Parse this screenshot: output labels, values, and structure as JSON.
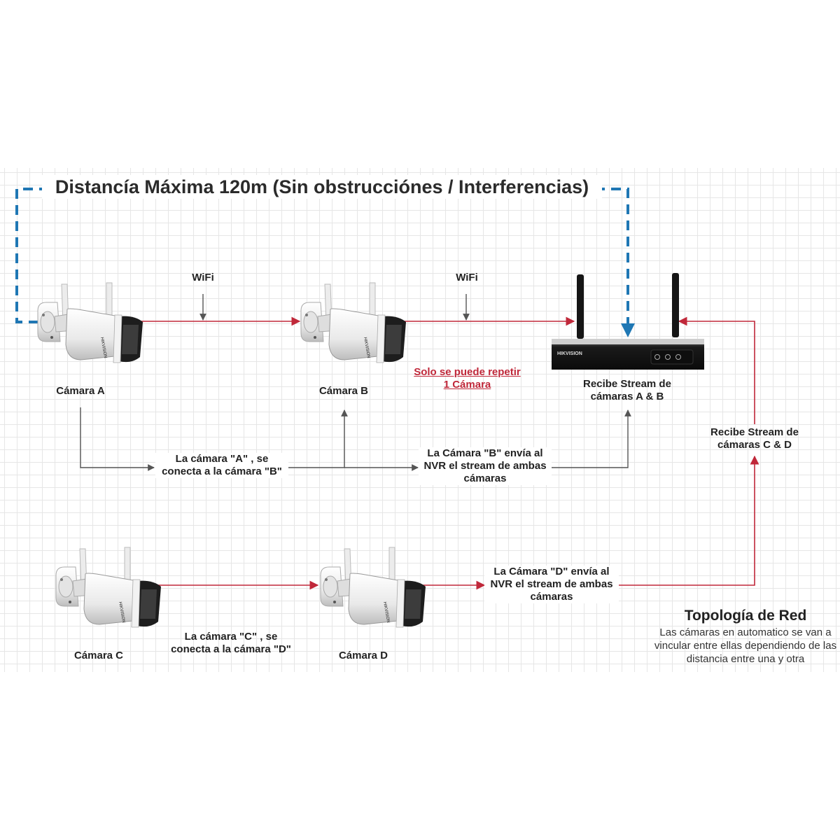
{
  "title": "Distancía Máxima 120m (Sin obstrucciónes / Interferencias)",
  "wifi_label_1": "WiFi",
  "wifi_label_2": "WiFi",
  "cameras": {
    "a": "Cámara A",
    "b": "Cámara B",
    "c": "Cámara C",
    "d": "Cámara D"
  },
  "camera_brand": "HIKVISION",
  "nvr_brand": "HIKVISION",
  "note": {
    "line1": "Solo se puede repetir",
    "line2": "1 Cámara"
  },
  "nvr_label": {
    "line1": "Recibe Stream de",
    "line2": "cámaras A & B"
  },
  "cd_label": {
    "line1": "Recibe Stream de",
    "line2": "cámaras C & D"
  },
  "link_ab": {
    "line1": "La cámara \"A\" , se",
    "line2": "conecta a la cámara \"B\""
  },
  "link_b_nvr": {
    "line1": "La Cámara \"B\" envía al",
    "line2": "NVR el stream de ambas",
    "line3": "cámaras"
  },
  "link_cd": {
    "line1": "La cámara \"C\" , se",
    "line2": "conecta a la cámara \"D\""
  },
  "link_d_nvr": {
    "line1": "La Cámara \"D\" envía al",
    "line2": "NVR el stream de ambas",
    "line3": "cámaras"
  },
  "topology": {
    "title": "Topología de Red",
    "line1": "Las cámaras en automatico se van a",
    "line2": "vincular entre ellas dependiendo de las",
    "line3": "distancia entre una y otra"
  },
  "colors": {
    "blue_dashed": "#1f77b4",
    "red_link": "#c0283a",
    "gray_link": "#555555"
  }
}
